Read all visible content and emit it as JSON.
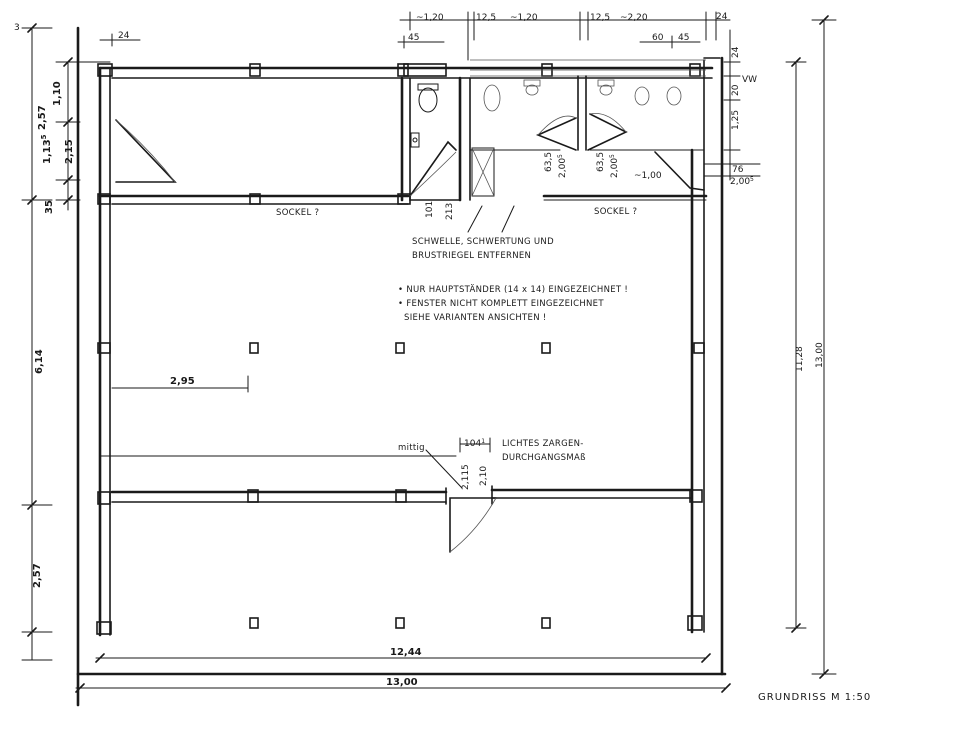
{
  "dimensions": {
    "left_total": "6,14",
    "left_top": "2,57",
    "left_bottom": "2,57",
    "left_sub_1": "1,10",
    "left_sub_2": "1,13",
    "left_sub_2_sup": "5",
    "left_sub_3": "2,15",
    "left_sub_4": "35",
    "right_inner": "11,28",
    "right_outer": "13,00",
    "bottom_inner": "12,44",
    "bottom_outer": "13,00",
    "top_wall": "24",
    "top_wall_2": "45",
    "top_1": "~1,20",
    "top_2": "12,5",
    "top_3": "~1,20",
    "top_4": "12,5",
    "top_5": "~2,20",
    "top_6": "24",
    "top_7": "60",
    "top_8": "45",
    "top_9": "24",
    "right_vw": "VW",
    "right_20": "20",
    "right_125": "1,25",
    "inner_1": "2,95",
    "inner_101": "101",
    "inner_213": "213",
    "inner_635a": "63,5",
    "inner_2005a": "2,00",
    "inner_2005a_sup": "5",
    "inner_635b": "63,5",
    "inner_2005b": "2,00",
    "inner_2005b_sup": "5",
    "inner_100": "~1,00",
    "inner_76": "76",
    "inner_2005c": "2,00",
    "inner_2005c_sup": "5",
    "inner_1041": "104",
    "inner_1041_sup": "1",
    "inner_2115": "2,115",
    "inner_210": "2,10",
    "corner": "3"
  },
  "notes": {
    "sockel_1": "SOCKEL ?",
    "sockel_2": "SOCKEL ?",
    "schwelle_1": "SCHWELLE, SCHWERTUNG UND",
    "schwelle_2": "BRUSTRIEGEL ENTFERNEN",
    "bullet_1": "• NUR HAUPTSTÄNDER (14 x 14) EINGEZEICHNET !",
    "bullet_2": "• FENSTER NICHT KOMPLETT EINGEZEICHNET",
    "bullet_3": "SIEHE VARIANTEN ANSICHTEN !",
    "mittig": "mittig",
    "lichtes_1": "LICHTES ZARGEN-",
    "lichtes_2": "DURCHGANGSMAß"
  },
  "title": "GRUNDRISS   M 1:50"
}
